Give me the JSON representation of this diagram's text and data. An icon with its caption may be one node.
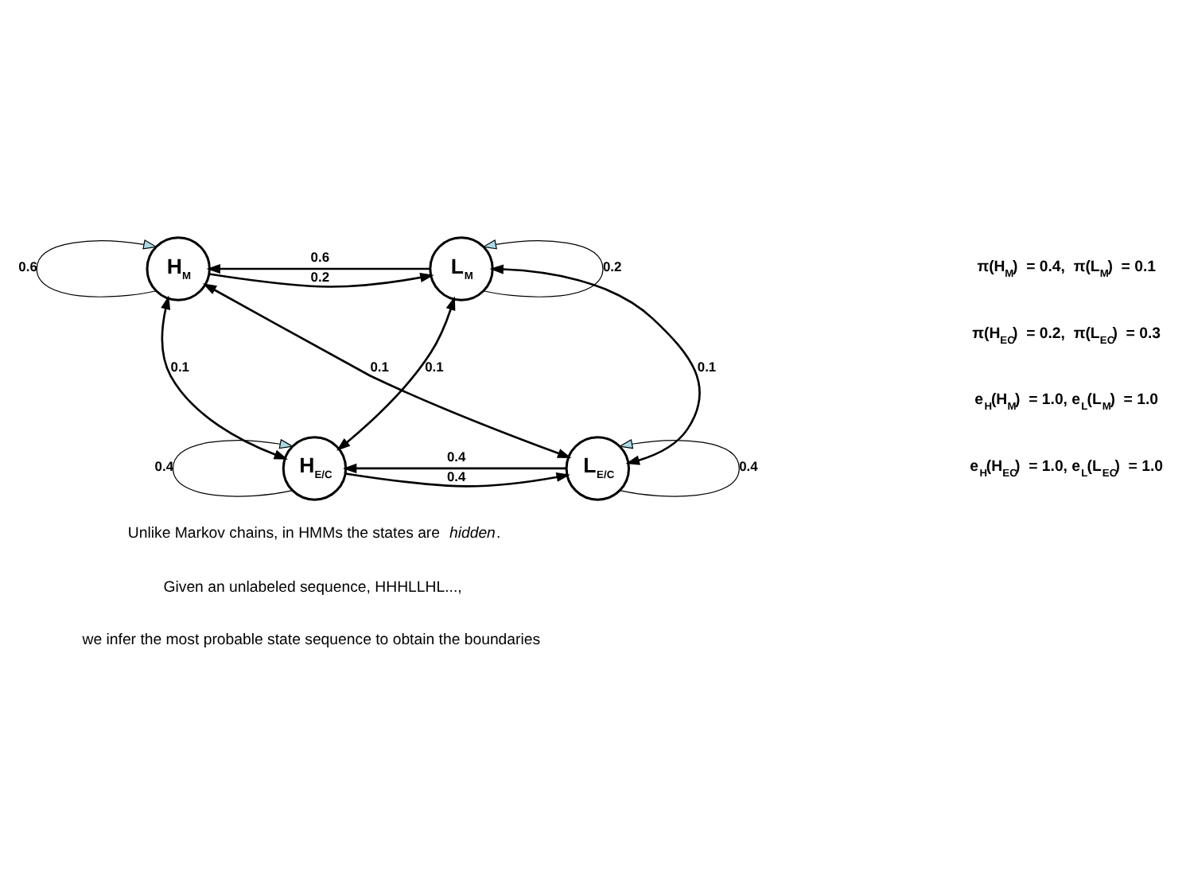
{
  "diagram": {
    "nodes": [
      {
        "text": [
          "H$_{M}$"
        ]
      },
      {
        "text": [
          "L$_{M}$"
        ]
      },
      {
        "text": [
          "H$_{E/C}$"
        ]
      },
      {
        "text": [
          "L$_{E/C}$"
        ]
      }
    ],
    "edges": [
      {
        "from": 0,
        "to": 0,
        "arrow": "to",
        "label": "0.6"
      },
      {
        "from": 1,
        "to": 0,
        "arrow": "to",
        "label": "0.6"
      },
      {
        "from": 0,
        "to": 1,
        "arrow": "to",
        "label": "0.2"
      },
      {
        "from": 1,
        "to": 1,
        "arrow": "to",
        "label": "0.2"
      },
      {
        "from": 0,
        "to": 2,
        "arrow": "both",
        "label": "0.1"
      },
      {
        "from": 1,
        "to": 2,
        "arrow": "both",
        "label": "0.1"
      },
      {
        "from": 0,
        "to": 3,
        "arrow": "both",
        "label": "0.1"
      },
      {
        "from": 1,
        "to": 3,
        "arrow": "both",
        "label": "0.1"
      },
      {
        "from": 2,
        "to": 2,
        "arrow": "to",
        "label": "0.4"
      },
      {
        "from": 3,
        "to": 2,
        "arrow": "to",
        "label": "0.4"
      },
      {
        "from": 2,
        "to": 3,
        "arrow": "to",
        "label": "0.4"
      },
      {
        "from": 3,
        "to": 3,
        "arrow": "to",
        "label": "0.4"
      }
    ],
    "labels": [
      "π(H$_{M}$)  = 0.4,  π(L$_{M}$)  = 0.1",
      "π(H$_{EC}$)  = 0.2,  π(L$_{EC}$)  = 0.3",
      "e$_{H}$(H$_{M}$)  = 1.0, e$_{L}$(L$_{M}$)  = 1.0",
      "e$_{H}$(H$_{EC}$)  = 1.0, e$_{L}$(L$_{EC}$)  = 1.0",
      "Unlike Markov chains, in HMMs the states are *hidden*.",
      "Given an unlabeled sequence, HHHLLHL...,",
      "we infer the most probable state sequence to obtain the boundaries"
    ]
  }
}
